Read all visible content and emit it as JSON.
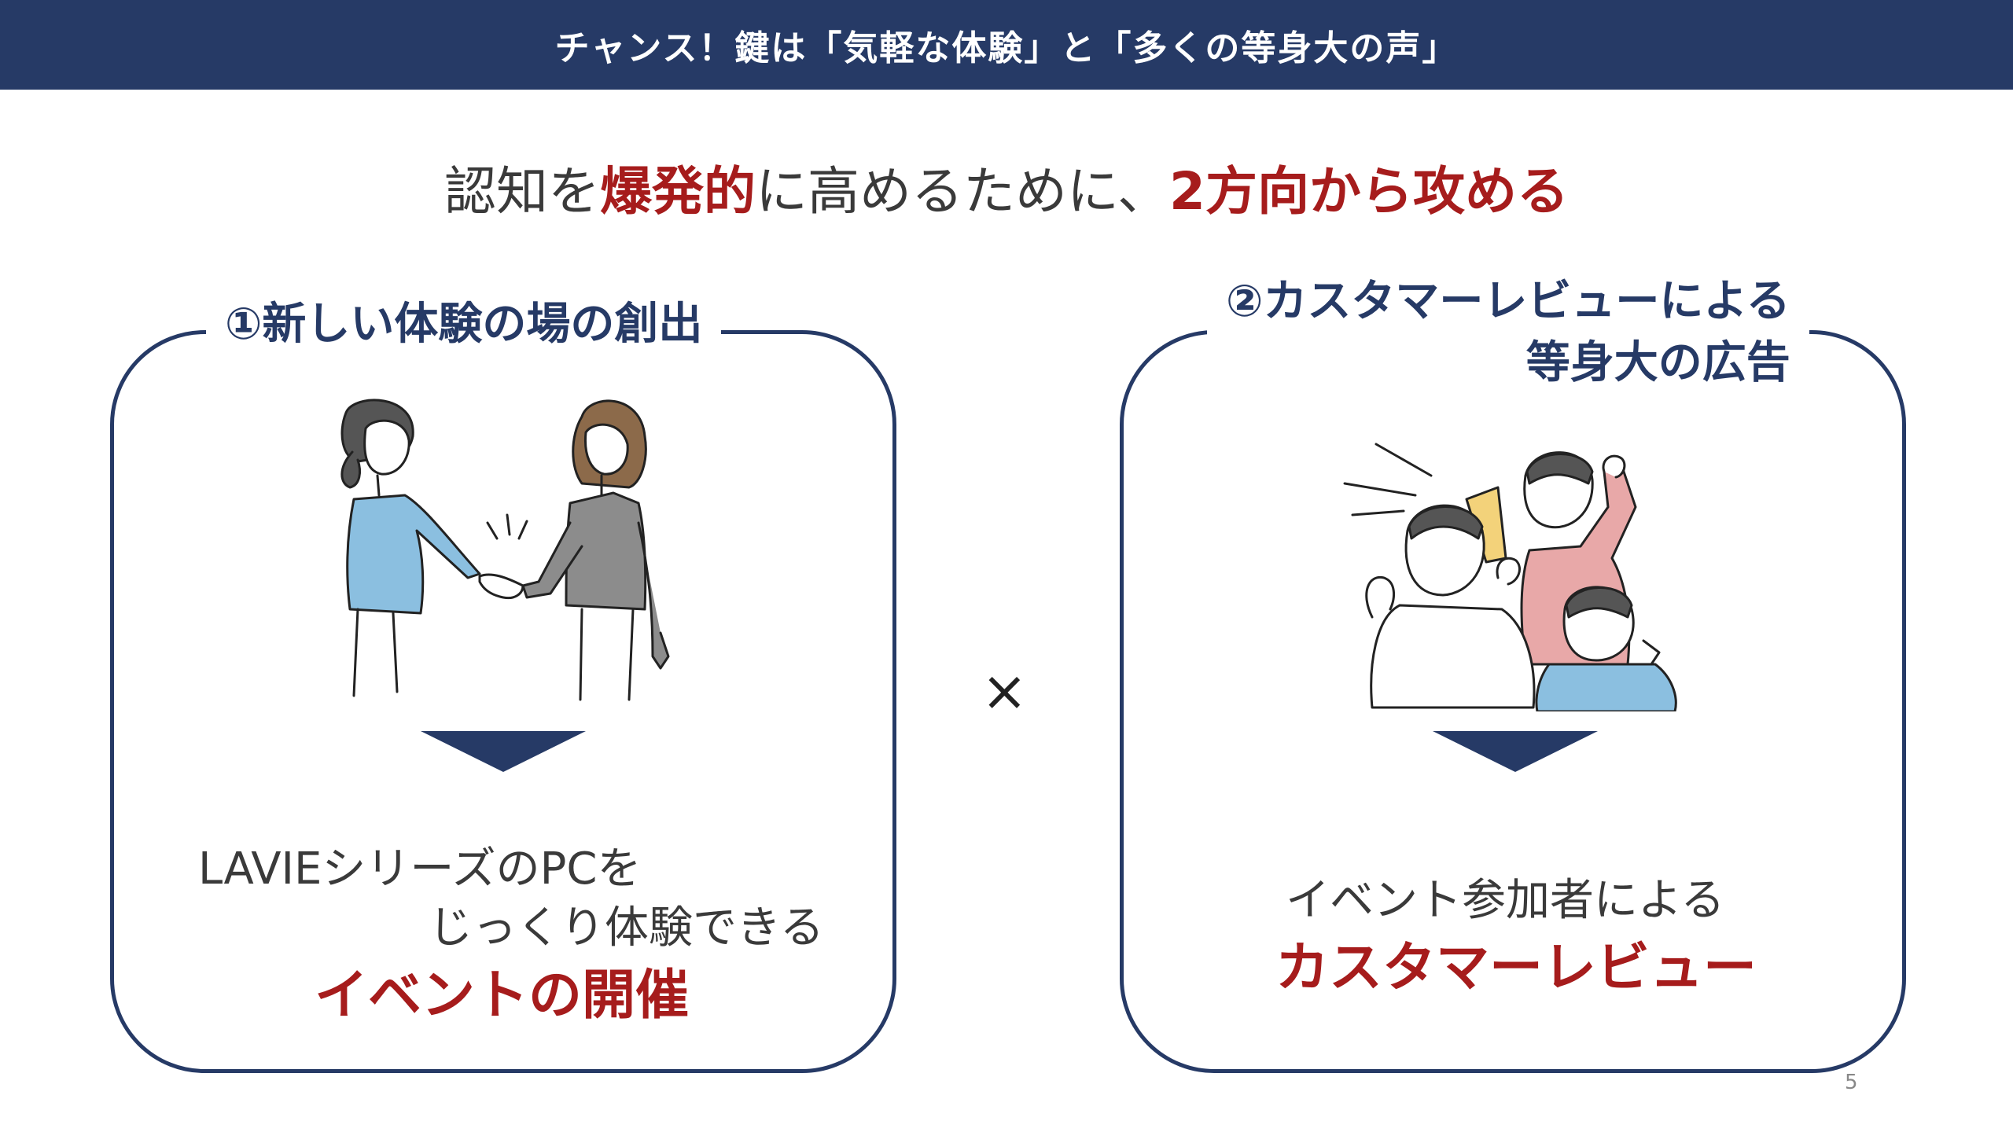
{
  "header": {
    "title": "チャンス！鍵は「気軽な体験」と「多くの等身大の声」"
  },
  "lead": {
    "part1": "認知を",
    "part2": "爆発的",
    "part3": "に高めるために、",
    "part4": "2方向から攻める"
  },
  "left_panel": {
    "title": "①新しい体験の場の創出",
    "desc_line1": "LAVIEシリーズのPCを",
    "desc_line2": "じっくり体験できる",
    "emphasis": "イベントの開催"
  },
  "right_panel": {
    "title_line1": "②カスタマーレビューによる",
    "title_line2": "等身大の広告",
    "desc_line1": "イベント参加者による",
    "emphasis": "カスタマーレビュー"
  },
  "times_symbol": "×",
  "page_number": "5",
  "colors": {
    "navy": "#263a66",
    "accent_red": "#a61c1c",
    "text": "#3a3a3a"
  }
}
